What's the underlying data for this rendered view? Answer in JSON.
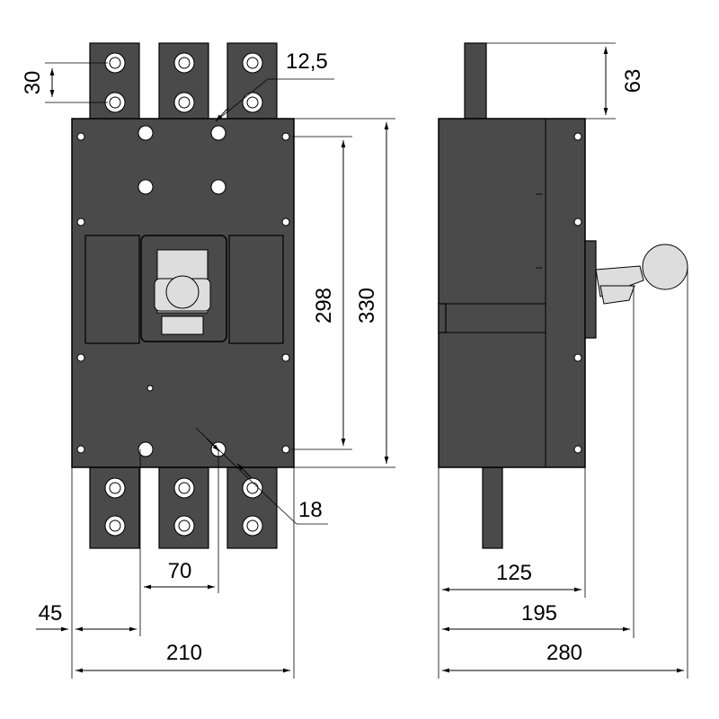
{
  "drawing": {
    "front_view": {
      "terminal_pitch_label": "30",
      "terminal_hole_label": "12,5",
      "mounting_hole_label": "18",
      "pole_pitch_label": "70",
      "edge_offset_label": "45",
      "width_label": "210",
      "mounting_height_label": "298",
      "height_label": "330"
    },
    "side_view": {
      "terminal_protrusion_label": "63",
      "body_depth_label": "125",
      "handle_base_depth_label": "195",
      "total_depth_label": "280"
    }
  }
}
